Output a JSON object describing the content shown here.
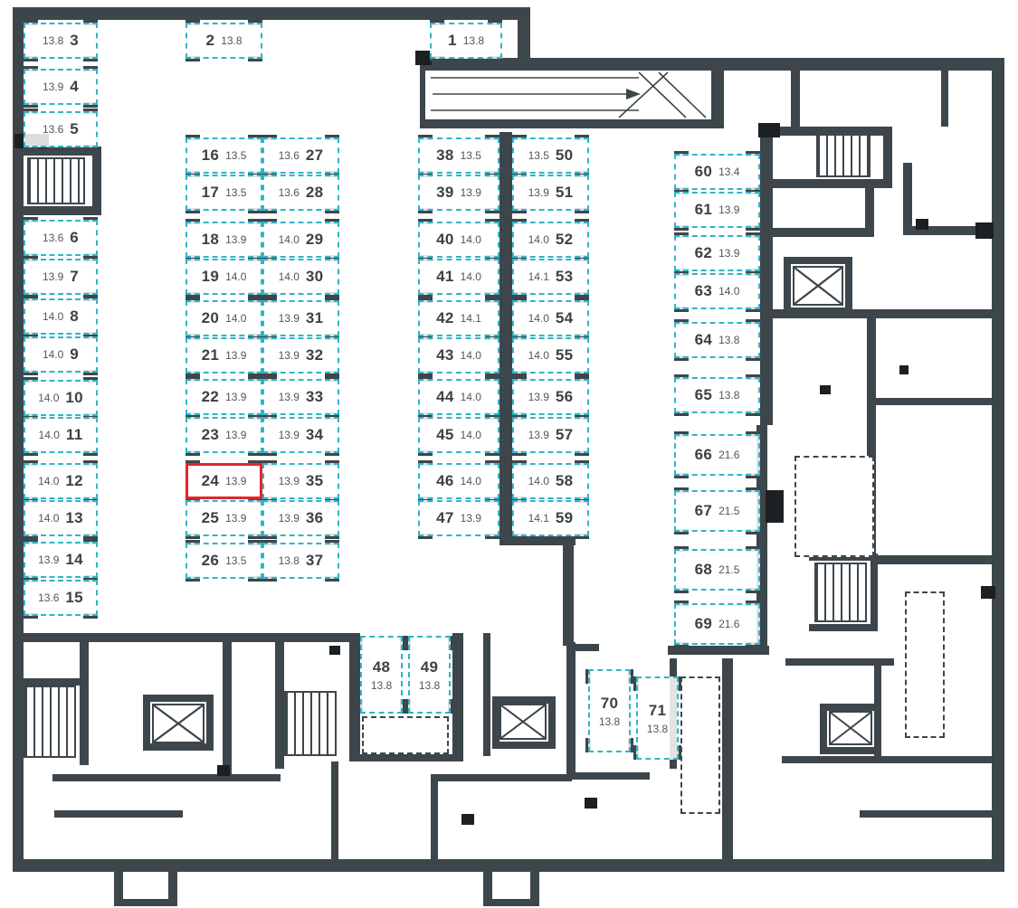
{
  "plan": {
    "highlighted_space": "24",
    "colors": {
      "wall": "#3d464b",
      "stall_border": "#2fb5c8",
      "highlight": "#e1252b",
      "number_text": "#3a4246",
      "area_text": "#4d565c"
    },
    "spaces": [
      {
        "id": "1",
        "area": "13.8"
      },
      {
        "id": "2",
        "area": "13.8"
      },
      {
        "id": "3",
        "area": "13.8"
      },
      {
        "id": "4",
        "area": "13.9"
      },
      {
        "id": "5",
        "area": "13.6"
      },
      {
        "id": "6",
        "area": "13.6"
      },
      {
        "id": "7",
        "area": "13.9"
      },
      {
        "id": "8",
        "area": "14.0"
      },
      {
        "id": "9",
        "area": "14.0"
      },
      {
        "id": "10",
        "area": "14.0"
      },
      {
        "id": "11",
        "area": "14.0"
      },
      {
        "id": "12",
        "area": "14.0"
      },
      {
        "id": "13",
        "area": "14.0"
      },
      {
        "id": "14",
        "area": "13.9"
      },
      {
        "id": "15",
        "area": "13.6"
      },
      {
        "id": "16",
        "area": "13.5"
      },
      {
        "id": "17",
        "area": "13.5"
      },
      {
        "id": "18",
        "area": "13.9"
      },
      {
        "id": "19",
        "area": "14.0"
      },
      {
        "id": "20",
        "area": "14.0"
      },
      {
        "id": "21",
        "area": "13.9"
      },
      {
        "id": "22",
        "area": "13.9"
      },
      {
        "id": "23",
        "area": "13.9"
      },
      {
        "id": "24",
        "area": "13.9"
      },
      {
        "id": "25",
        "area": "13.9"
      },
      {
        "id": "26",
        "area": "13.5"
      },
      {
        "id": "27",
        "area": "13.6"
      },
      {
        "id": "28",
        "area": "13.6"
      },
      {
        "id": "29",
        "area": "14.0"
      },
      {
        "id": "30",
        "area": "14.0"
      },
      {
        "id": "31",
        "area": "13.9"
      },
      {
        "id": "32",
        "area": "13.9"
      },
      {
        "id": "33",
        "area": "13.9"
      },
      {
        "id": "34",
        "area": "13.9"
      },
      {
        "id": "35",
        "area": "13.9"
      },
      {
        "id": "36",
        "area": "13.9"
      },
      {
        "id": "37",
        "area": "13.8"
      },
      {
        "id": "38",
        "area": "13.5"
      },
      {
        "id": "39",
        "area": "13.9"
      },
      {
        "id": "40",
        "area": "14.0"
      },
      {
        "id": "41",
        "area": "14.0"
      },
      {
        "id": "42",
        "area": "14.1"
      },
      {
        "id": "43",
        "area": "14.0"
      },
      {
        "id": "44",
        "area": "14.0"
      },
      {
        "id": "45",
        "area": "14.0"
      },
      {
        "id": "46",
        "area": "14.0"
      },
      {
        "id": "47",
        "area": "13.9"
      },
      {
        "id": "48",
        "area": "13.8"
      },
      {
        "id": "49",
        "area": "13.8"
      },
      {
        "id": "50",
        "area": "13.5"
      },
      {
        "id": "51",
        "area": "13.9"
      },
      {
        "id": "52",
        "area": "14.0"
      },
      {
        "id": "53",
        "area": "14.1"
      },
      {
        "id": "54",
        "area": "14.0"
      },
      {
        "id": "55",
        "area": "14.0"
      },
      {
        "id": "56",
        "area": "13.9"
      },
      {
        "id": "57",
        "area": "13.9"
      },
      {
        "id": "58",
        "area": "14.0"
      },
      {
        "id": "59",
        "area": "14.1"
      },
      {
        "id": "60",
        "area": "13.4"
      },
      {
        "id": "61",
        "area": "13.9"
      },
      {
        "id": "62",
        "area": "13.9"
      },
      {
        "id": "63",
        "area": "14.0"
      },
      {
        "id": "64",
        "area": "13.8"
      },
      {
        "id": "65",
        "area": "13.8"
      },
      {
        "id": "66",
        "area": "21.6"
      },
      {
        "id": "67",
        "area": "21.5"
      },
      {
        "id": "68",
        "area": "21.5"
      },
      {
        "id": "69",
        "area": "21.6"
      },
      {
        "id": "70",
        "area": "13.8"
      },
      {
        "id": "71",
        "area": "13.8"
      }
    ]
  }
}
